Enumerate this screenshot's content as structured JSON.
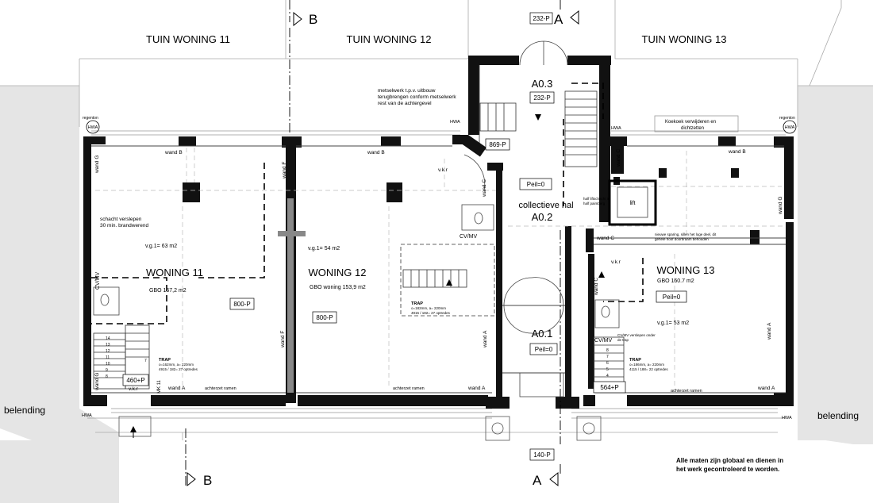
{
  "gardens": {
    "w11": "TUIN WONING 11",
    "w12": "TUIN WONING 12",
    "w13": "TUIN WONING 13"
  },
  "sections": {
    "a": "A",
    "b": "B",
    "top_code": "232-P",
    "bottom_code": "140-P"
  },
  "neighbours": {
    "left": "belending",
    "right": "belending"
  },
  "notes": {
    "masonry_1": "metselwerk t.p.v. uitbouw",
    "masonry_2": "terugbrengen conform metselwerk",
    "masonry_3": "rest van de achtergevel",
    "shaft_1": "schacht verslepen",
    "shaft_2": "30 min. brandwerend",
    "koekoek_1": "Koekoek verwijderen en",
    "koekoek_2": "dichtzetten",
    "lift_1": "half liftschacht in",
    "lift_2": "half paimberg",
    "stair_note_1": "nieuwe sparing, sillen het loge deel, dit",
    "stair_note_2": "gehele hoof doorbraam behouden",
    "cv_note_1": "CV/MV verslepen onder",
    "cv_note_2": "de trap",
    "general_1": "Alle maten zijn globaal en dienen in",
    "general_2": "het werk gecontroleerd te worden."
  },
  "rooms": {
    "a03": "A0.3",
    "a03_code": "232-P",
    "a02_title": "collectieve hal",
    "a02": "A0.2",
    "a01": "A0.1",
    "peil": "Peil=0",
    "w11": "WONING 11",
    "w11_gbo": "GBO 157,2 m2",
    "w11_vg": "v.g.1= 63 m2",
    "w12": "WONING  12",
    "w12_gbo": "GBO woning 153,9 m2",
    "w12_vg": "v.g.1= 54 m2",
    "w13": "WONING 13",
    "w13_gbo": "GBO 160.7 m2",
    "w13_vg": "v.g.1= 53 m2",
    "lift": "lift"
  },
  "labels": {
    "hwa": "HWA",
    "regenton": "regenton",
    "wand_a": "wand A",
    "wand_b": "wand B",
    "wand_c": "wand C",
    "wand_f": "wand F",
    "wand_g": "wand G",
    "vkr": "v.k.r",
    "cvmv": "CV/MV",
    "achterzet": "achterzet ramen",
    "mk": "MK 11",
    "trap": "TRAP",
    "trap_11_a": "o=162mm, a= 220mm",
    "trap_11_b": "4915 / 182= 27 optredes",
    "trap_12_a": "o=182mm, a= 220mm",
    "trap_12_b": "4915 / 182= 27 optredes",
    "trap_13_a": "o=186mm, a= 220mm",
    "trap_13_b": "4115 / 188= 22 optredes"
  },
  "tags": {
    "t869": "869-P",
    "t800": "800-P",
    "t460": "460+P",
    "t564": "564+P"
  },
  "steps": {
    "w11": [
      "14",
      "13",
      "12",
      "11",
      "10",
      "9",
      "8",
      "7"
    ],
    "w13": [
      "8",
      "7",
      "6",
      "5",
      "4"
    ]
  }
}
